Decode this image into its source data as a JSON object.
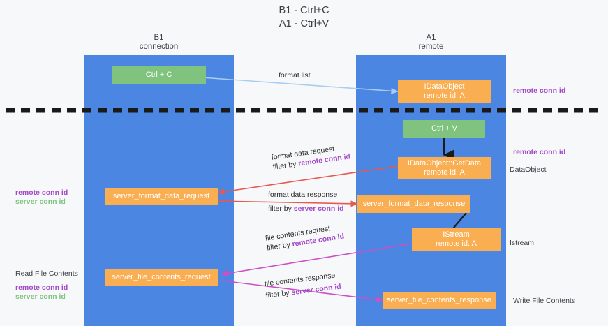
{
  "diagram": {
    "type": "sequence-flow",
    "title_lines": [
      "B1 - Ctrl+C",
      "A1 - Ctrl+V"
    ],
    "colors": {
      "lane": "#4a86e2",
      "green_node": "#7fc37f",
      "orange_node": "#f9ae52",
      "remote_conn_id": "#a348c8",
      "server_conn_id_green": "#7fc37f",
      "background": "#f7f8fa",
      "format_list_arrow": "#a8cdf0",
      "format_data_arrow": "#e8584f",
      "file_contents_arrow": "#cc4fc6",
      "black_arrow": "#1a1a1a"
    },
    "lanes": [
      {
        "id": "b1",
        "title": "B1",
        "subtitle": "connection"
      },
      {
        "id": "a1",
        "title": "A1",
        "subtitle": "remote"
      }
    ],
    "nodes": [
      {
        "id": "ctrl-c",
        "lane": "b1",
        "kind": "green",
        "lines": [
          "Ctrl + C"
        ]
      },
      {
        "id": "idataobject",
        "lane": "a1",
        "kind": "orange",
        "lines": [
          "IDataObject",
          "remote id: A"
        ]
      },
      {
        "id": "ctrl-v",
        "lane": "a1",
        "kind": "green",
        "lines": [
          "Ctrl + V"
        ]
      },
      {
        "id": "getdata",
        "lane": "a1",
        "kind": "orange",
        "lines": [
          "IDataObject::GetData",
          "remote id: A"
        ]
      },
      {
        "id": "server-format-data-request",
        "lane": "b1",
        "kind": "orange",
        "lines": [
          "server_format_data_request"
        ]
      },
      {
        "id": "server-format-data-response",
        "lane": "a1",
        "kind": "orange",
        "lines": [
          "server_format_data_response"
        ]
      },
      {
        "id": "istream",
        "lane": "a1",
        "kind": "orange",
        "lines": [
          "IStream",
          "remote id: A"
        ]
      },
      {
        "id": "server-file-contents-request",
        "lane": "b1",
        "kind": "orange",
        "lines": [
          "server_file_contents_request"
        ]
      },
      {
        "id": "server-file-contents-response",
        "lane": "a1",
        "kind": "orange",
        "lines": [
          "server_file_contents_response"
        ]
      }
    ],
    "edge_labels": {
      "format_list": "format list",
      "format_data_request": "format data request",
      "format_data_request_filter_prefix": "filter by ",
      "format_data_request_filter_key": "remote conn id",
      "format_data_response": "format data response",
      "format_data_response_filter_prefix": "filter by ",
      "format_data_response_filter_key": "server conn id",
      "file_contents_request": "file contents request",
      "file_contents_request_filter_prefix": "filter by ",
      "file_contents_request_filter_key": "remote conn id",
      "file_contents_response": "file contents response",
      "file_contents_response_filter_prefix": "filter by ",
      "file_contents_response_filter_key": "server conn id"
    },
    "right_labels": {
      "remote_conn_id_top": "remote conn id",
      "remote_conn_id_mid": "remote conn id",
      "dataobject": "DataObject",
      "istream": "Istream",
      "write_file_contents": "Write File Contents"
    },
    "left_labels": {
      "remote_conn_id": "remote conn id",
      "server_conn_id": "server conn id",
      "read_file_contents": "Read File Contents",
      "remote_conn_id_2": "remote conn id",
      "server_conn_id_2": "server conn id"
    }
  }
}
